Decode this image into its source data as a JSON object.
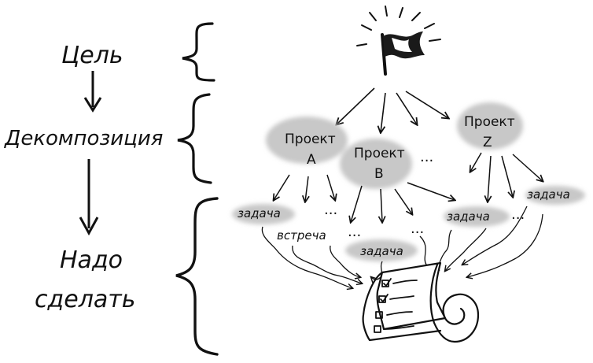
{
  "levels": {
    "goal": "Цель",
    "decomposition": "Декомпозиция",
    "todo_line1": "Надо",
    "todo_line2": "сделать"
  },
  "projects": {
    "a_line1": "Проект",
    "a_line2": "A",
    "b_line1": "Проект",
    "b_line2": "B",
    "z_line1": "Проект",
    "z_line2": "Z",
    "ellipsis": "..."
  },
  "tasks": {
    "task_1": "задача",
    "meeting": "встреча",
    "task_2": "задача",
    "task_3": "задача",
    "task_4": "задача",
    "ellipsis": "..."
  },
  "colors": {
    "ink": "#111111",
    "cloud": "#c8c8c8",
    "background": "#ffffff"
  },
  "icons": {
    "goal": "flag-icon",
    "result": "checklist-scroll-icon"
  }
}
